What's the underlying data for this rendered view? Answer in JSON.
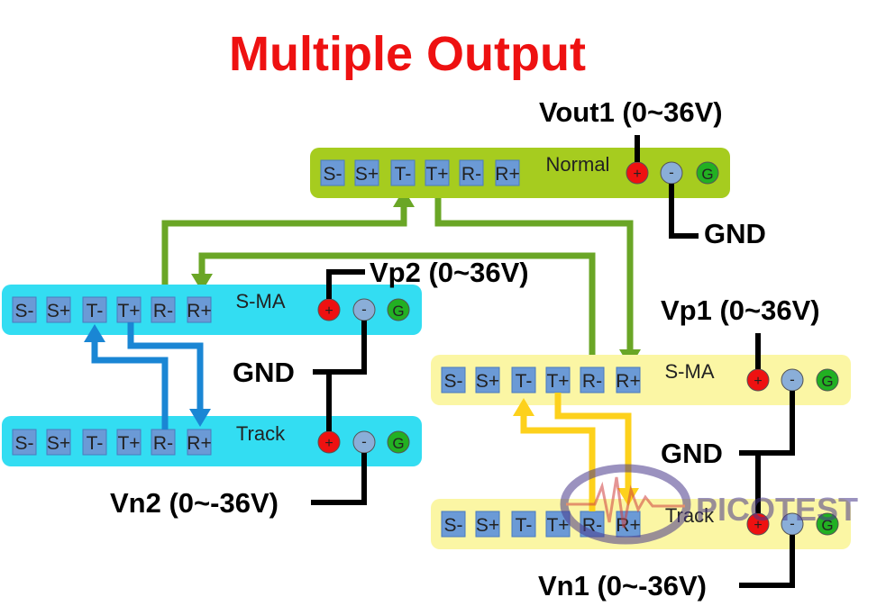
{
  "title": "Multiple Output",
  "units": {
    "normal": {
      "label": "Normal",
      "terminals": [
        "S-",
        "S+",
        "T-",
        "T+",
        "R-",
        "R+"
      ],
      "posts": [
        "+",
        "-",
        "G"
      ],
      "fill": "#a6cc1f"
    },
    "left_sma": {
      "label": "S-MA",
      "terminals": [
        "S-",
        "S+",
        "T-",
        "T+",
        "R-",
        "R+"
      ],
      "posts": [
        "+",
        "-",
        "G"
      ],
      "fill": "#33ddf2"
    },
    "left_track": {
      "label": "Track",
      "terminals": [
        "S-",
        "S+",
        "T-",
        "T+",
        "R-",
        "R+"
      ],
      "posts": [
        "+",
        "-",
        "G"
      ],
      "fill": "#33ddf2"
    },
    "right_sma": {
      "label": "S-MA",
      "terminals": [
        "S-",
        "S+",
        "T-",
        "T+",
        "R-",
        "R+"
      ],
      "posts": [
        "+",
        "-",
        "G"
      ],
      "fill": "#fbf6a4"
    },
    "right_track": {
      "label": "Track",
      "terminals": [
        "S-",
        "S+",
        "T-",
        "T+",
        "R-",
        "R+"
      ],
      "posts": [
        "+",
        "-",
        "G"
      ],
      "fill": "#fbf6a4"
    }
  },
  "labels": {
    "vout1": "Vout1 (0~36V)",
    "gnd_top": "GND",
    "vp2": "Vp2 (0~36V)",
    "gnd_left": "GND",
    "vn2": "Vn2 (0~-36V)",
    "vp1": "Vp1 (0~36V)",
    "gnd_right": "GND",
    "vn1": "Vn1 (0~-36V)"
  },
  "watermark": "PICOTEST",
  "colors": {
    "title": "#ee1111",
    "terminal": "#6b9ad6",
    "post_positive": "#ee1111",
    "post_negative": "#8aaed8",
    "post_ground": "#22b022",
    "wire_green": "#6aa626",
    "wire_blue": "#1a86d4",
    "wire_yellow": "#fdd11c",
    "wire_black": "#000000"
  }
}
